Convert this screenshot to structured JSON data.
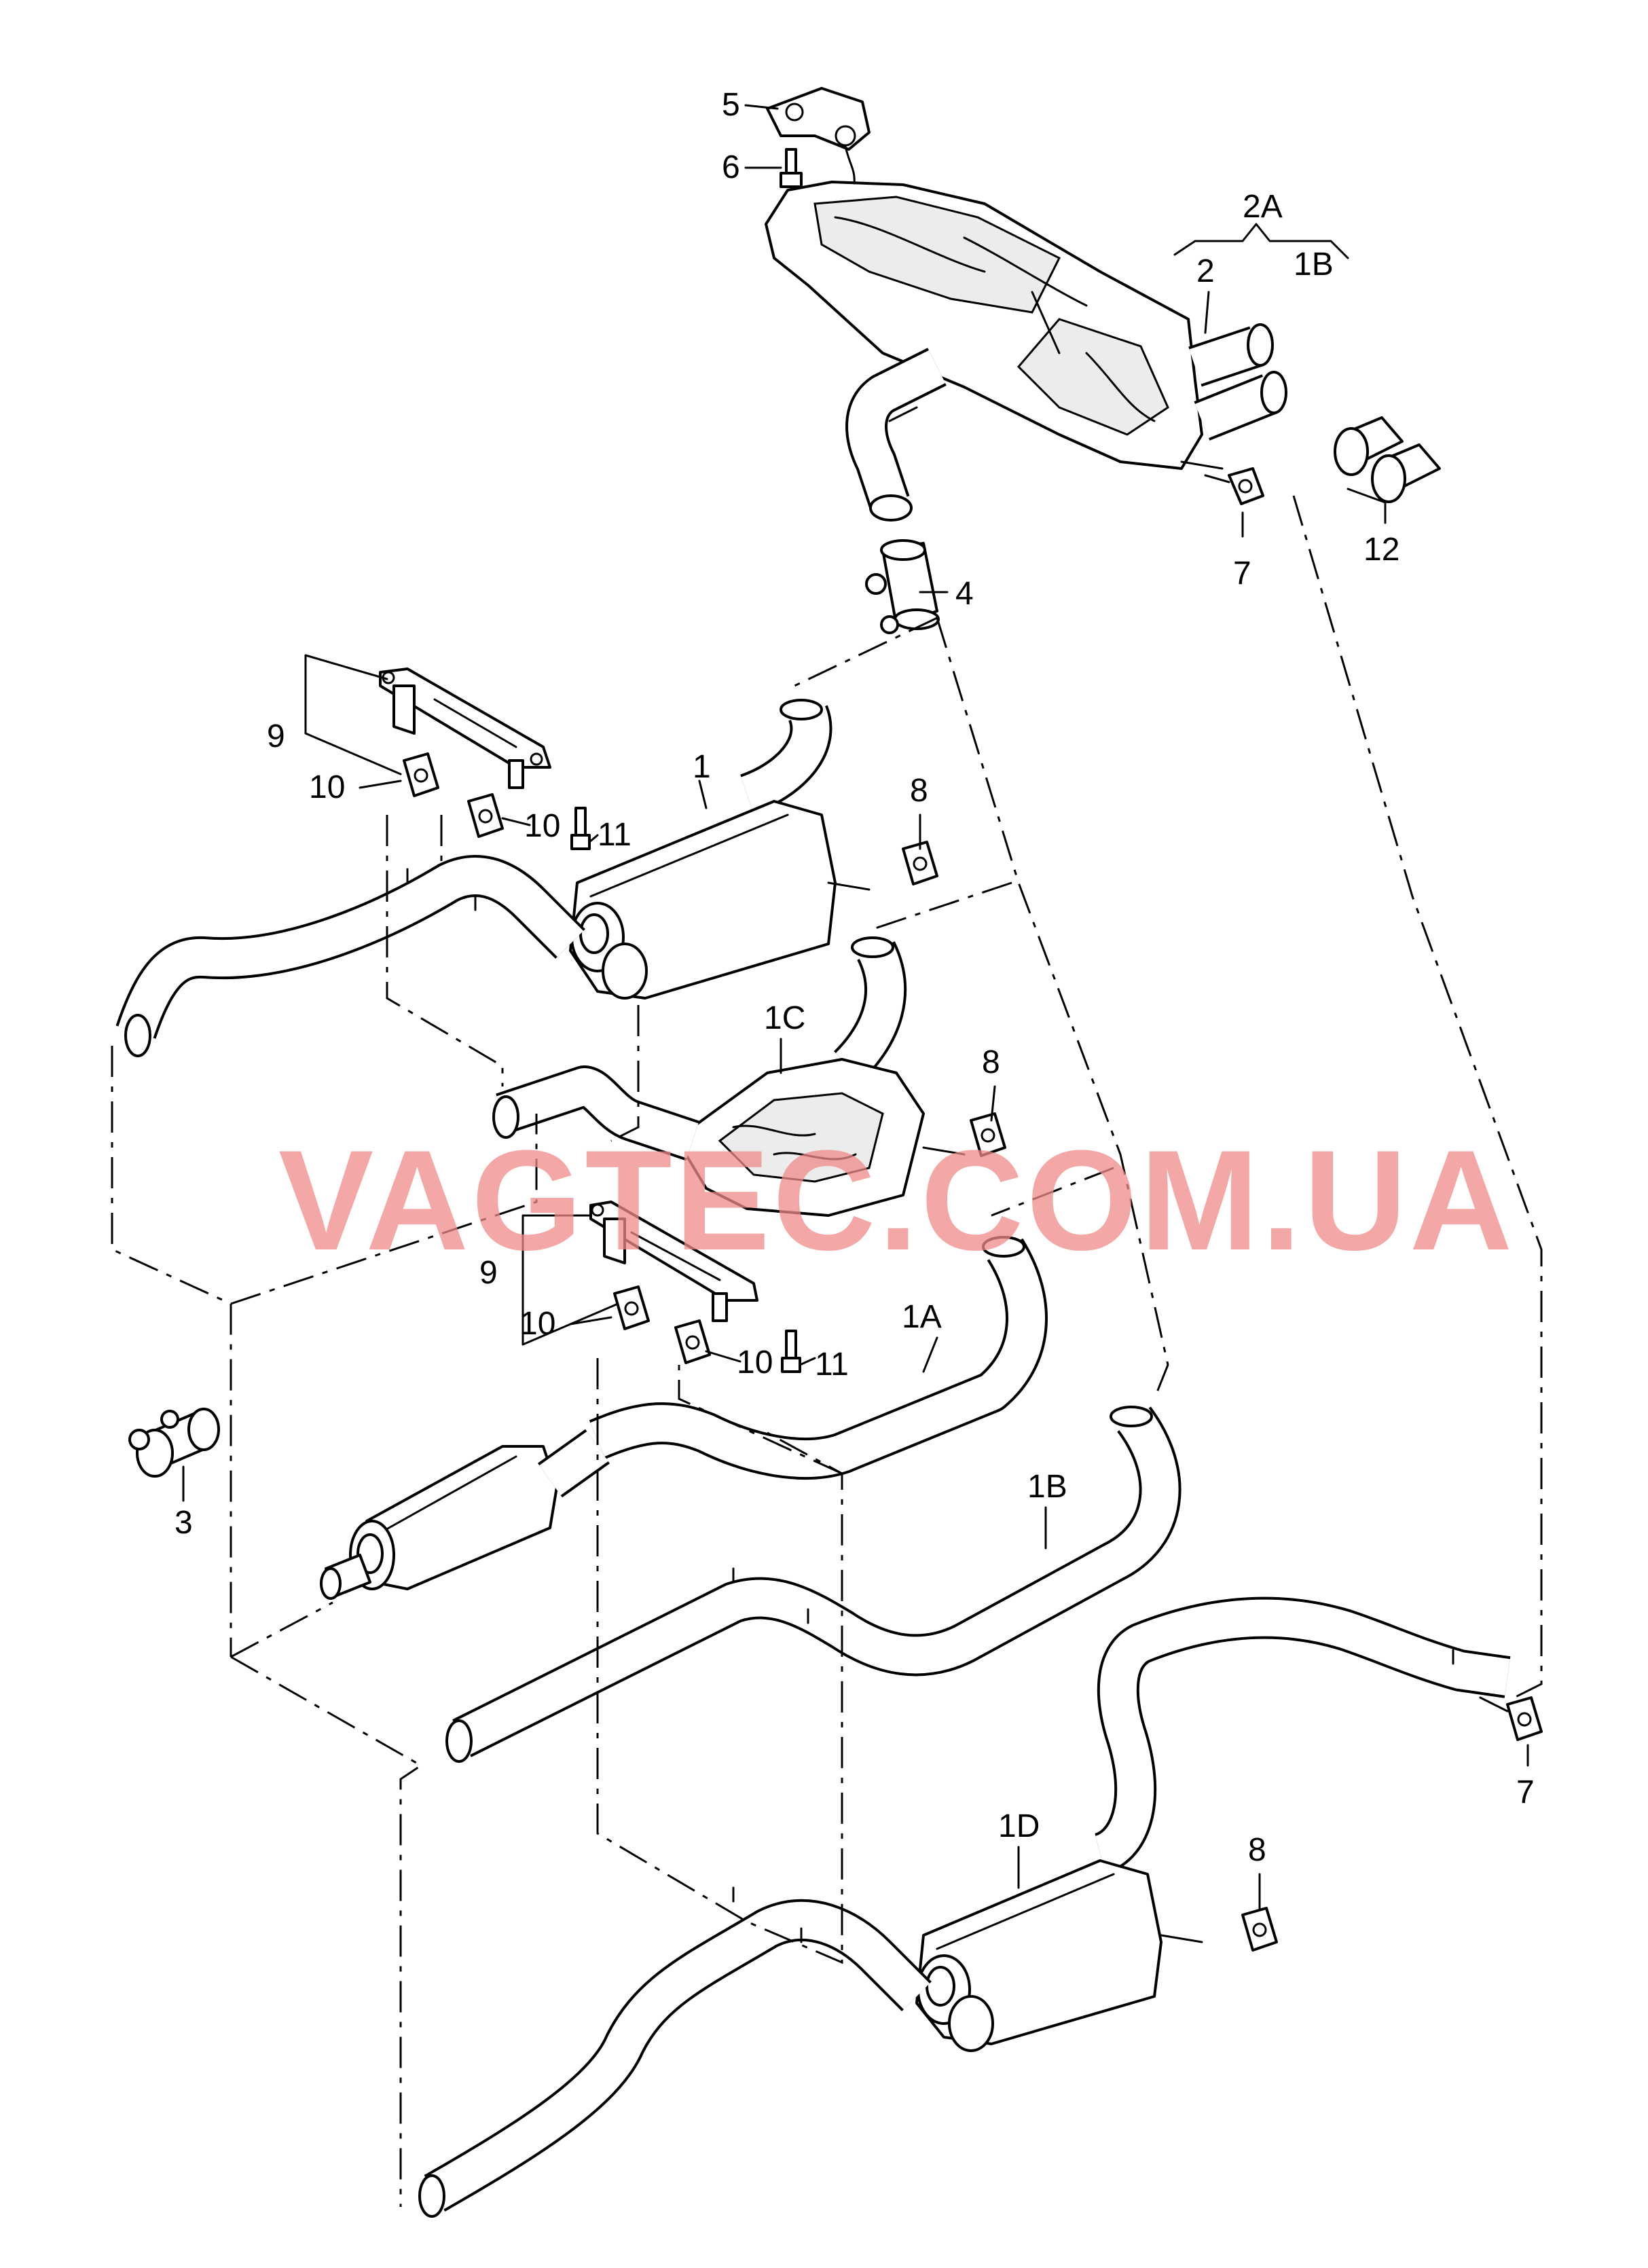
{
  "watermark": "VAGTEC.COM.UA",
  "callouts": {
    "c1": "1",
    "c1A": "1A",
    "c1B_top": "1B",
    "c1B": "1B",
    "c1C": "1C",
    "c1D": "1D",
    "c2": "2",
    "c2A": "2A",
    "c3": "3",
    "c4": "4",
    "c5": "5",
    "c6": "6",
    "c7_top": "7",
    "c7_bottom": "7",
    "c8_a": "8",
    "c8_b": "8",
    "c8_c": "8",
    "c9_a": "9",
    "c9_b": "9",
    "c10_a": "10",
    "c10_b": "10",
    "c10_c": "10",
    "c10_d": "10",
    "c11_a": "11",
    "c11_b": "11",
    "c12": "12"
  }
}
